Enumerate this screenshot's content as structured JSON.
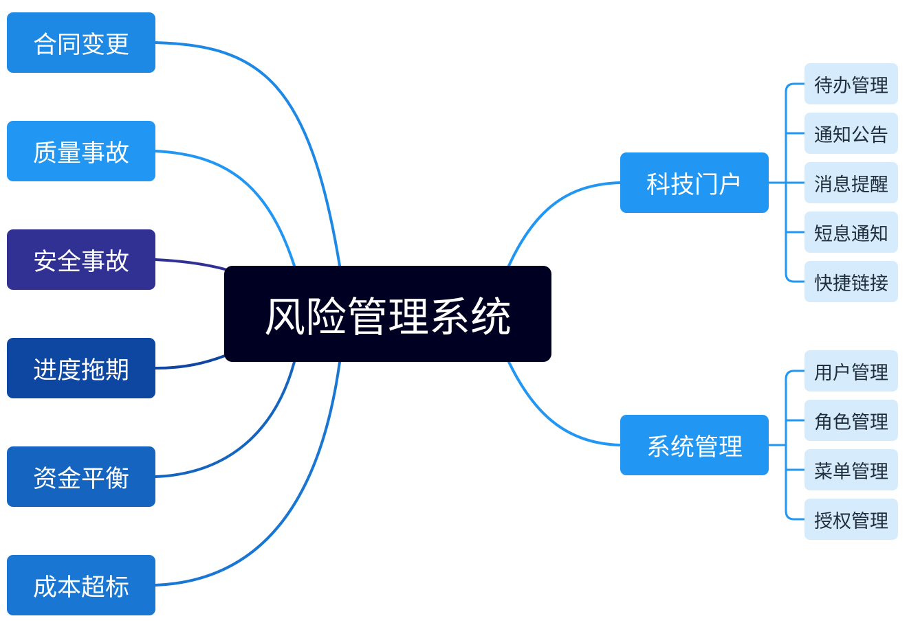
{
  "diagram": {
    "root": {
      "label": "风险管理系统"
    },
    "left_nodes": [
      {
        "label": "合同变更",
        "color": "#1e88e5",
        "link_color": "#1e88e5"
      },
      {
        "label": "质量事故",
        "color": "#2196f3",
        "link_color": "#2196f3"
      },
      {
        "label": "安全事故",
        "color": "#303193",
        "link_color": "#303193"
      },
      {
        "label": "进度拖期",
        "color": "#0d47a1",
        "link_color": "#1146a3"
      },
      {
        "label": "资金平衡",
        "color": "#1565c0",
        "link_color": "#1565c0"
      },
      {
        "label": "成本超标",
        "color": "#1976d2",
        "link_color": "#1976d2"
      }
    ],
    "right_branches": [
      {
        "label": "科技门户",
        "color": "#2196f3",
        "children": [
          "待办管理",
          "通知公告",
          "消息提醒",
          "短息通知",
          "快捷链接"
        ]
      },
      {
        "label": "系统管理",
        "color": "#2196f3",
        "children": [
          "用户管理",
          "角色管理",
          "菜单管理",
          "授权管理"
        ]
      }
    ],
    "colors": {
      "root_bg": "#000022",
      "leaf_bg": "#d6ebfb",
      "leaf_text": "#1f2d3d",
      "link_right": "#2196f3",
      "bracket": "#2196f3"
    }
  }
}
